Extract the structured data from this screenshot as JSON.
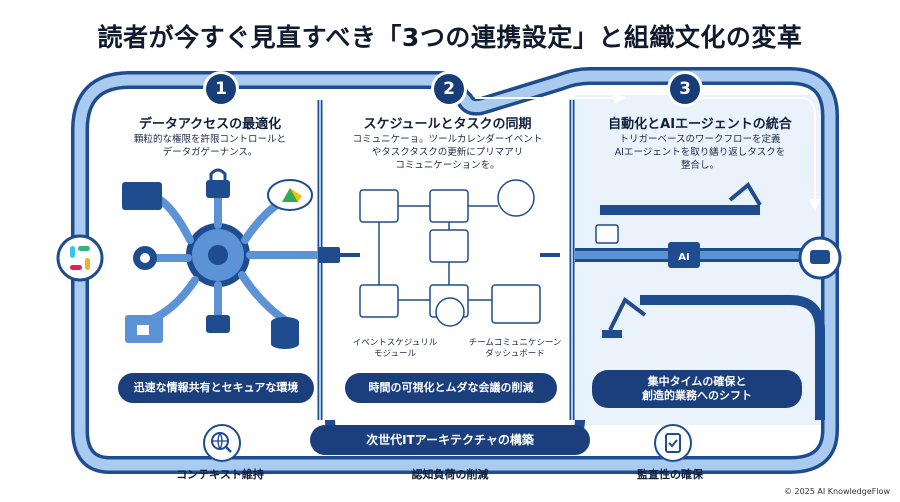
{
  "title": "読者が今すぐ見直すべき「3つの連携設定」と組織文化の変革",
  "steps": [
    {
      "number": "1",
      "title": "データアクセスの最適化",
      "description": "顆粒的な権限を許限コントロールと\nデータガゲーナンス。",
      "banner": "迅速な情報共有とセキュアな環境",
      "icons": [
        "folder-icon",
        "lock-icon",
        "google-drive-icon",
        "gear-icon",
        "database-icon",
        "cloud-icon",
        "secure-folder-icon"
      ]
    },
    {
      "number": "2",
      "title": "スケジュールとタスクの同期",
      "description": "コミュニケーョ。ツールカレンダーイベント\nやタスクタスクの更新にプリマアリ\nコミュニケーションを。",
      "banner": "時間の可視化とムダな会議の削減",
      "captions": [
        "イベントスケジュリル\nモジュール",
        "チームコミュニケシーン\nダッシュボード"
      ],
      "icons": [
        "calendar-icon",
        "clock-icon",
        "dashboard-icon"
      ]
    },
    {
      "number": "3",
      "title": "自動化とAIエージェントの統合",
      "description": "トリガーベースのワークフローを定義\nAIエージェントを取り繕り返しタスクを\n整合し。",
      "banner": "集中タイムの確保と\n創造的業務へのシフト",
      "icons": [
        "ai-chip-icon",
        "robot-arm-icon",
        "ai-agent-icon",
        "bot-icon"
      ]
    }
  ],
  "center_banner": "次世代ITアーキテクチャの構築",
  "bottom": [
    {
      "label": "コンテキスト維持",
      "icon": "globe-search-icon"
    },
    {
      "label": "認知負荷の削減",
      "icon": "brain-icon"
    },
    {
      "label": "監査性の確保",
      "icon": "audit-clipboard-icon"
    }
  ],
  "left_hub_icon": "slack-logo-icon",
  "right_hub_icon": "bot-icon",
  "copyright": "© 2025 AI KnowledgeFlow",
  "colors": {
    "pipe_dark": "#1f4c8f",
    "pipe_light": "#5b93d6",
    "pipe_fill": "#a9cbef",
    "banner": "#1a3f7c",
    "panel3_bg": "#eaf2fc",
    "title": "#101a2e"
  }
}
